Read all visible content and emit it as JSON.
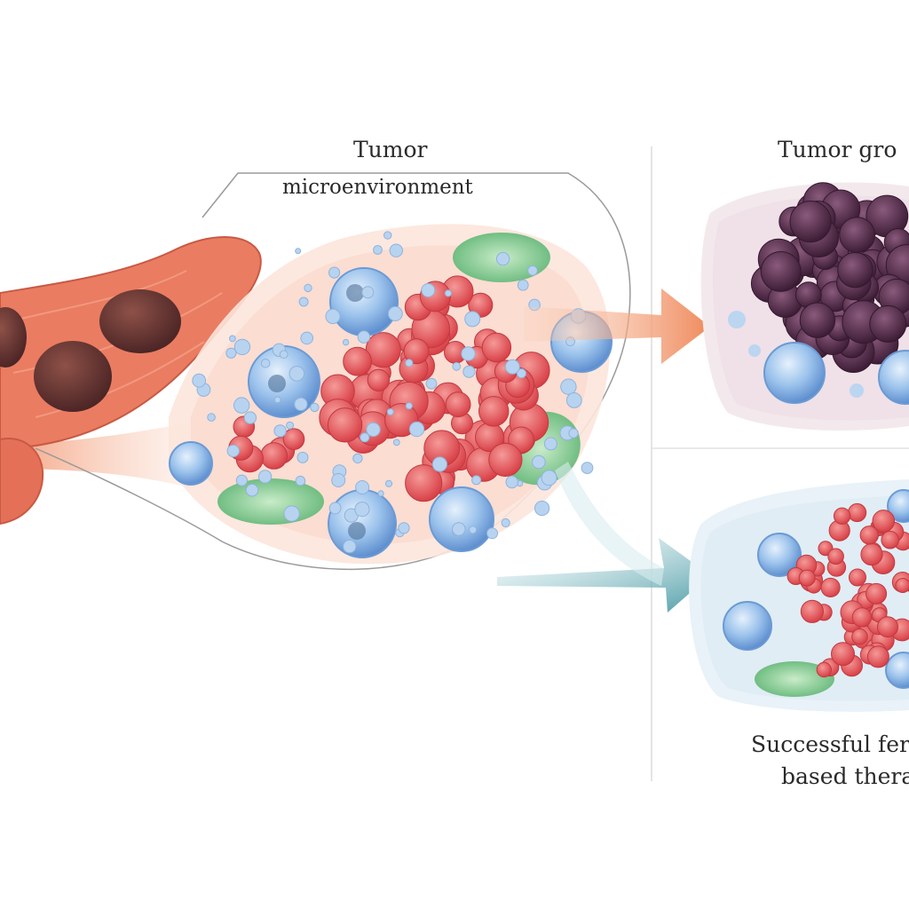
{
  "labels": {
    "microenvironment_line1": "Tumor",
    "microenvironment_line2": "microenvironment",
    "growth": "Tumor gro",
    "success_line1": "Successful fer",
    "success_line2": "based thera"
  },
  "colors": {
    "organ": "#e8785e",
    "tumor_dark": "#6e3b3b",
    "tumor_cell_red": "#e0545a",
    "immune_blue": "#8fb8e6",
    "stroma_green": "#7cc98a",
    "growth_purple": "#5a2f4e",
    "arrow_orange": "#f0956a",
    "arrow_teal": "#5aa6b0"
  },
  "icons": [
    "liver-organ",
    "tumor-nodule-icon",
    "arrow-right-icon"
  ]
}
